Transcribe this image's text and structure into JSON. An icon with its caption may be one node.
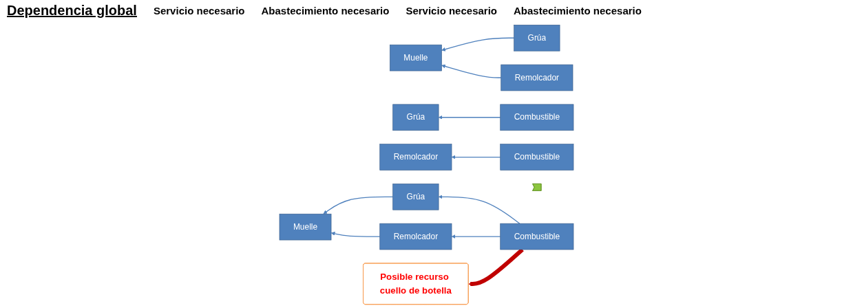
{
  "diagram": {
    "title": "Dependencia global",
    "nodes": [
      {
        "text": [
          "Muelle"
        ]
      },
      {
        "text": [
          "Grúa"
        ]
      },
      {
        "text": [
          "Remolcador"
        ]
      },
      {
        "text": [
          "Grúa"
        ]
      },
      {
        "text": [
          "Combustible"
        ]
      },
      {
        "text": [
          "Remolcador"
        ]
      },
      {
        "text": [
          "Combustible"
        ]
      },
      {
        "text": [],
        "shape": "arrow"
      },
      {
        "text": [
          "Muelle"
        ]
      },
      {
        "text": [
          "Grúa"
        ]
      },
      {
        "text": [
          "Remolcador"
        ]
      },
      {
        "text": [
          "Combustible"
        ]
      },
      {
        "text": [
          "Posible recurso cuello de botella"
        ]
      }
    ],
    "edges": [
      {
        "from": 1,
        "to": 0,
        "arrow": "to"
      },
      {
        "from": 2,
        "to": 0,
        "arrow": "to"
      },
      {
        "from": 4,
        "to": 3,
        "arrow": "to"
      },
      {
        "from": 6,
        "to": 5,
        "arrow": "to"
      },
      {
        "from": 9,
        "to": 8,
        "arrow": "to"
      },
      {
        "from": 10,
        "to": 8,
        "arrow": "to"
      },
      {
        "from": 11,
        "to": 9,
        "arrow": "to"
      },
      {
        "from": 11,
        "to": 10,
        "arrow": "to"
      },
      {
        "from": 11,
        "to": 12,
        "arrow": "to",
        "style": "thick",
        "color": "#c00000"
      }
    ],
    "labels": [
      "Servicio necesario",
      "Abastecimiento necesario",
      "Servicio necesario",
      "Abastecimiento necesario"
    ]
  }
}
